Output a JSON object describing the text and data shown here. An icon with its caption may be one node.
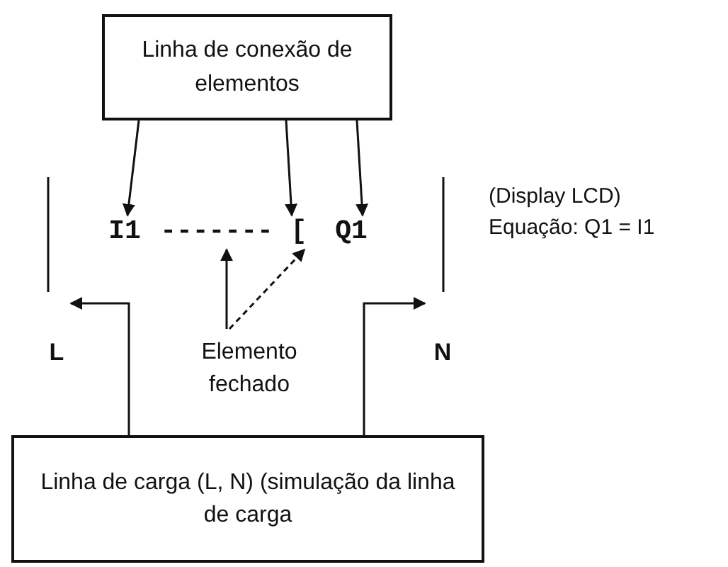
{
  "diagram": {
    "nodes": [
      {
        "text": [
          "Linha de conexão de elementos"
        ]
      },
      {
        "text": [
          "I1"
        ]
      },
      {
        "text": [
          "-------"
        ]
      },
      {
        "text": [
          "["
        ]
      },
      {
        "text": [
          "Q1"
        ]
      },
      {
        "text": [
          "Elemento fechado"
        ]
      },
      {
        "text": [
          "L"
        ]
      },
      {
        "text": [
          "N"
        ]
      },
      {
        "text": [
          "Linha de carga (L, N) (simulação da linha de carga"
        ]
      }
    ],
    "edges": [
      {
        "from": 0,
        "to": 1,
        "arrow": "to"
      },
      {
        "from": 0,
        "to": 3,
        "arrow": "to"
      },
      {
        "from": 0,
        "to": 4,
        "arrow": "to"
      },
      {
        "from": 5,
        "to": 2,
        "arrow": "to"
      },
      {
        "from": 5,
        "to": 3,
        "arrow": "to",
        "style": "dashed"
      },
      {
        "from": 8,
        "to": 6,
        "arrow": "to"
      },
      {
        "from": 8,
        "to": 7,
        "arrow": "to"
      }
    ],
    "labels": [
      "(Display LCD)",
      "Equação: Q1 = I1"
    ]
  }
}
